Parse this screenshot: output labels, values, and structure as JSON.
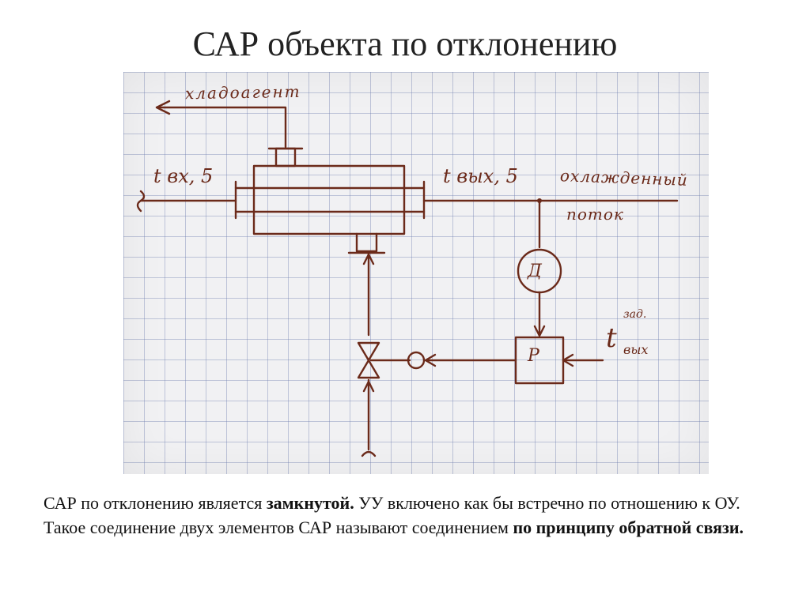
{
  "slide": {
    "title": "САР объекта по отклонению"
  },
  "diagram": {
    "labels": {
      "coolant": "хладоагент",
      "t_in": "t вх, 5",
      "t_out": "t вых, 5",
      "cooled_flow_line1": "охлажденный",
      "cooled_flow_line2": "поток",
      "sensor": "Д",
      "regulator": "Р",
      "setpoint_t": "t",
      "setpoint_sup": "зад.",
      "setpoint_sub": "вых"
    },
    "ink_color": "#6b2a1a"
  },
  "caption": {
    "part1": "САР по отклонению является ",
    "bold1": "замкнутой.",
    "part2": " УУ включено как бы встречно по отношению к ОУ. Такое соединение двух элементов САР называют соединением ",
    "bold2": "по принципу обратной связи."
  }
}
